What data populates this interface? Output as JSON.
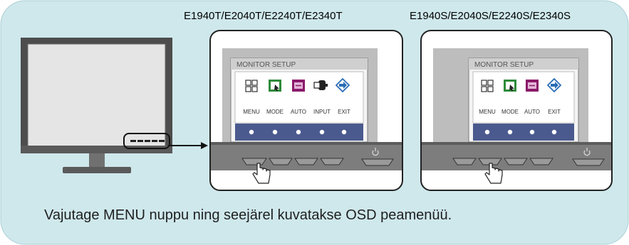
{
  "models": {
    "t_series": "E1940T/E2040T/E2240T/E2340T",
    "s_series": "E1940S/E2040S/E2240S/E2340S"
  },
  "osd_t": {
    "title": "MONITOR SETUP",
    "items": [
      "MENU",
      "MODE",
      "AUTO",
      "INPUT",
      "EXIT"
    ]
  },
  "osd_s": {
    "title": "MONITOR SETUP",
    "items": [
      "MENU",
      "MODE",
      "AUTO",
      "EXIT"
    ]
  },
  "instruction": "Vajutage MENU nuppu ning seejärel kuvatakse OSD peamenüü.",
  "colors": {
    "panel_bg": "#cfe8ec",
    "osd_blue": "#4a5a8e",
    "bezel": "#7d7d7d",
    "mode_icon": "#2e8b3a",
    "auto_icon": "#8a1a6a"
  }
}
